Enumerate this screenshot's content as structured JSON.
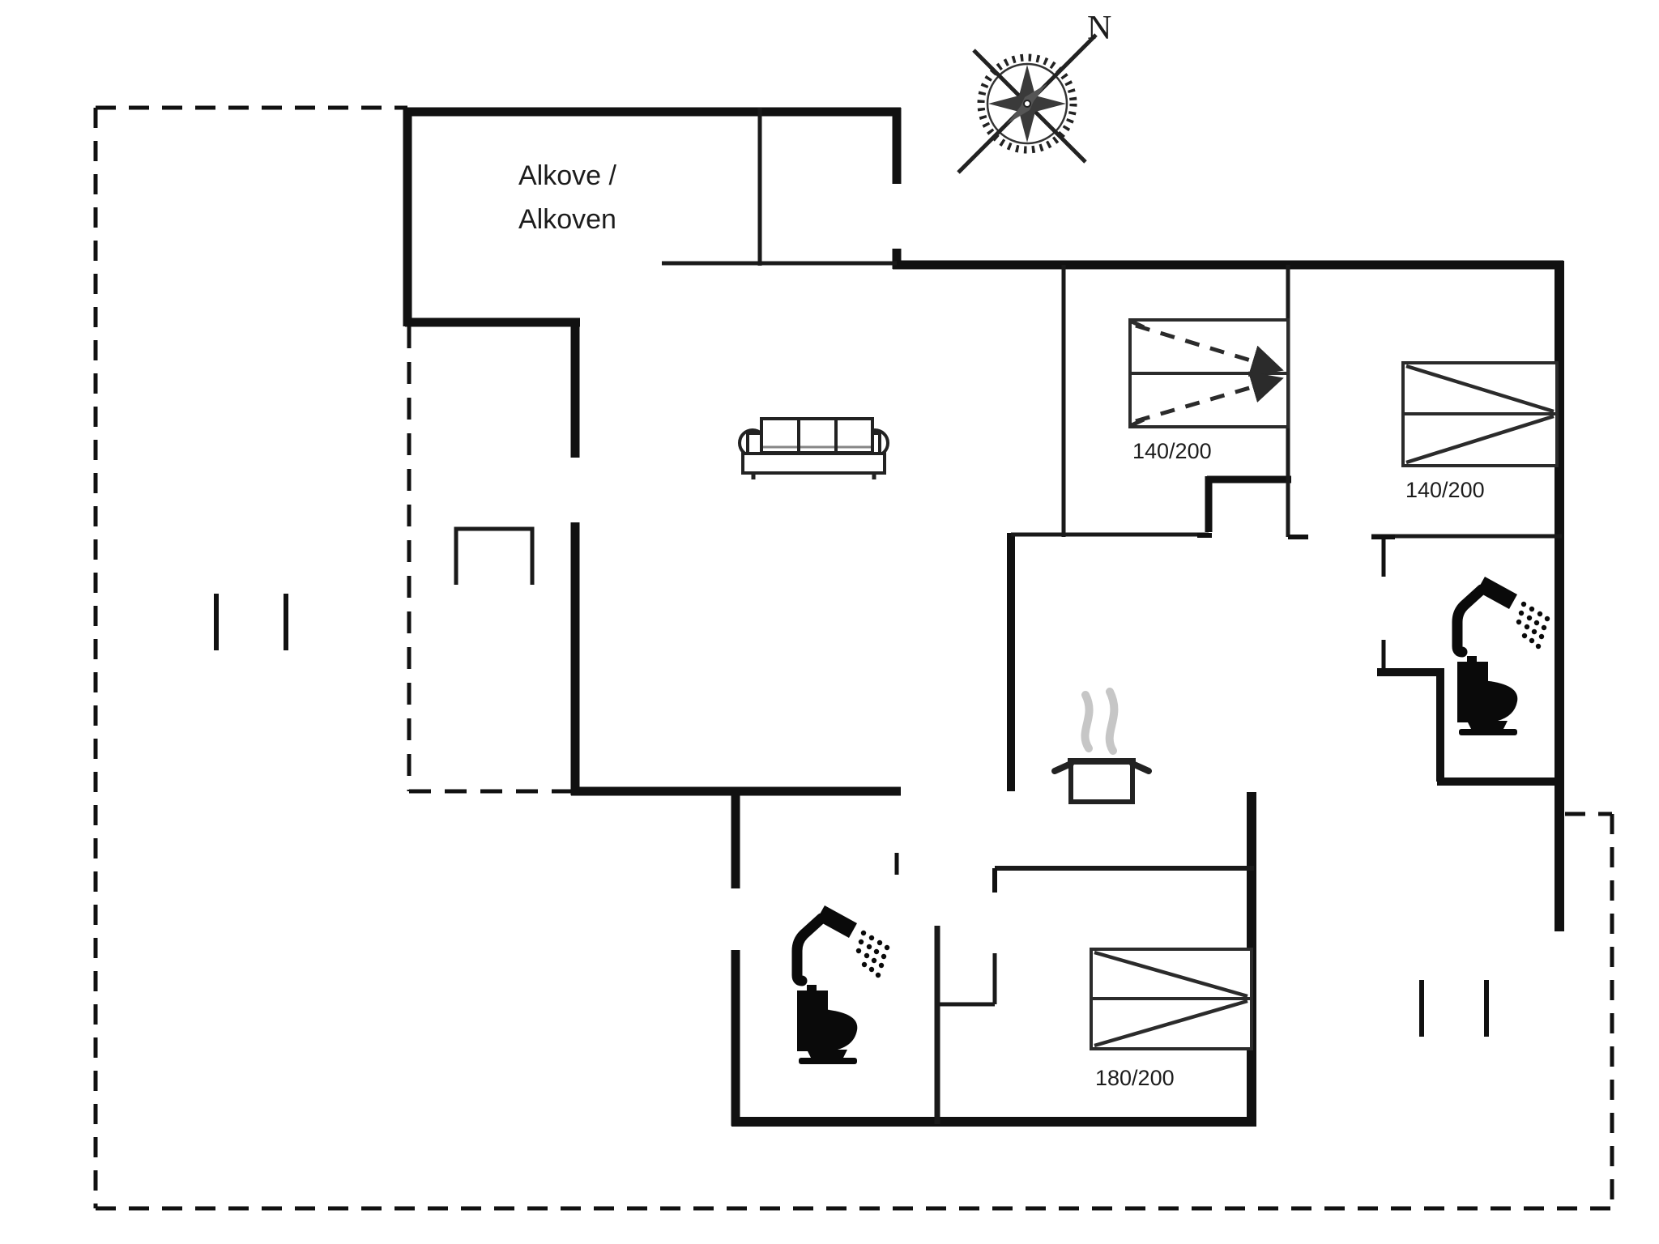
{
  "plan": {
    "type": "floor-plan",
    "background": "#ffffff"
  },
  "compass": {
    "label": "N",
    "icon": "compass-rose-icon"
  },
  "rooms": {
    "alcove": {
      "label_line1": "Alkove /",
      "label_line2": "Alkoven"
    }
  },
  "beds": [
    {
      "id": "bed-top-middle",
      "size_label": "140/200",
      "style": "dashed-arrow-double-bed"
    },
    {
      "id": "bed-top-right",
      "size_label": "140/200",
      "style": "solid-double-bed"
    },
    {
      "id": "bed-bottom",
      "size_label": "180/200",
      "style": "solid-double-bed"
    }
  ],
  "icons": {
    "sofa": "sofa-icon",
    "stove": "cooking-pot-icon",
    "steam": "steam-icon",
    "shower": "shower-icon",
    "toilet": "toilet-icon",
    "wardrobe": "wardrobe-icon"
  },
  "colors": {
    "wall": "#111111",
    "thin_wall": "#1a1a1a",
    "bed_line": "#2b2b2b",
    "steam": "#c6c6c6",
    "background": "#ffffff"
  }
}
